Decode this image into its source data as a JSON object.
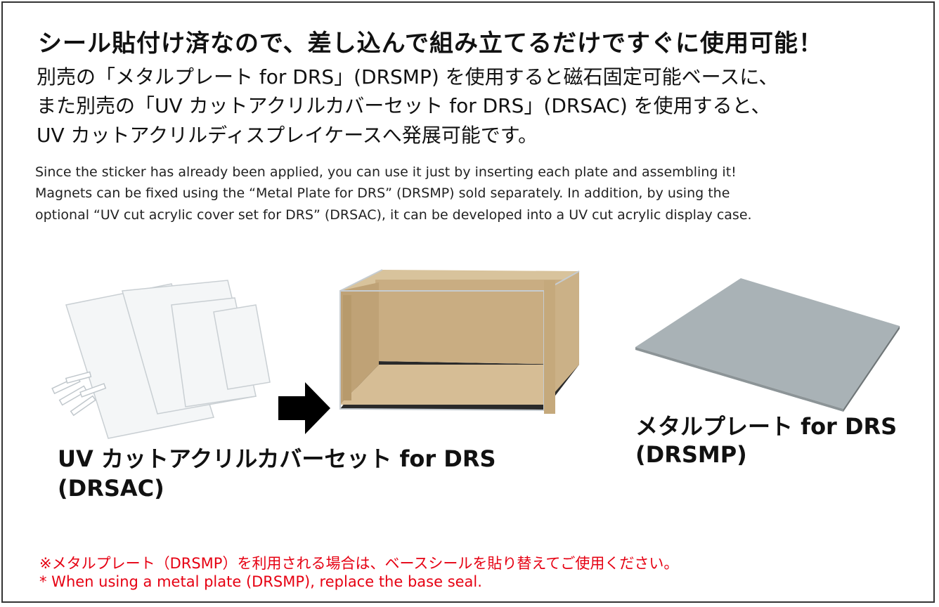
{
  "headline": "シール貼付け済なので、差し込んで組み立てるだけですぐに使用可能！",
  "body_jp": [
    "別売の「メタルプレート for DRS」(DRSMP) を使用すると磁石固定可能ベースに、",
    "また別売の「UV カットアクリルカバーセット for DRS」(DRSAC) を使用すると、",
    "UV カットアクリルディスプレイケースへ発展可能です。"
  ],
  "body_en": [
    "Since the sticker has already been applied, you can use it just by inserting each plate and assembling it!",
    "Magnets can be fixed using the “Metal Plate for DRS” (DRSMP) sold separately. In addition, by using the",
    "optional “UV cut acrylic cover set for DRS” (DRSAC), it can be developed into a UV cut acrylic display case."
  ],
  "products": {
    "acrylic_cover": {
      "name": "UV カットアクリルカバーセット for DRS",
      "code": "(DRSAC)"
    },
    "metal_plate": {
      "name": "メタルプレート for DRS",
      "code": "(DRSMP)"
    }
  },
  "notes": [
    "※メタルプレート（DRSMP）を利用される場合は、ベースシールを貼り替えてご使用ください。",
    " * When using a metal plate (DRSMP), replace the base seal."
  ],
  "colors": {
    "note_red": "#e60012",
    "cardboard": "#cdb48c",
    "metal_plate": "#a9b2b6",
    "arrow": "#000000"
  },
  "icons": [
    "right-arrow-icon"
  ]
}
